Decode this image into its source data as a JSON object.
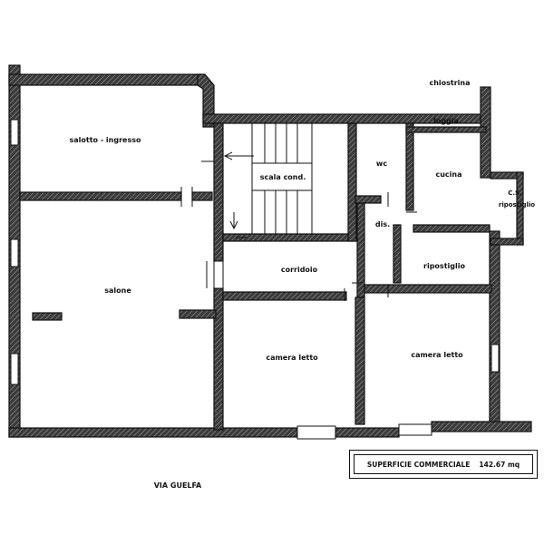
{
  "rooms": {
    "salotto_ingresso": "salotto - ingresso",
    "salone": "salone",
    "scala_cond": "scala cond.",
    "corridoio": "corridoio",
    "wc": "wc",
    "cucina": "cucina",
    "loggia": "loggia",
    "chiostrina": "chiostrina",
    "dis": "dis.",
    "ripostiglio": "ripostiglio",
    "cs": "C.S.",
    "ripostiglio_cs": "ripostiglio",
    "camera_letto_1": "camera letto",
    "camera_letto_2": "camera letto"
  },
  "street": "VIA GUELFA",
  "surface": {
    "label": "SUPERFICIE COMMERCIALE",
    "value": "142.67 mq"
  }
}
